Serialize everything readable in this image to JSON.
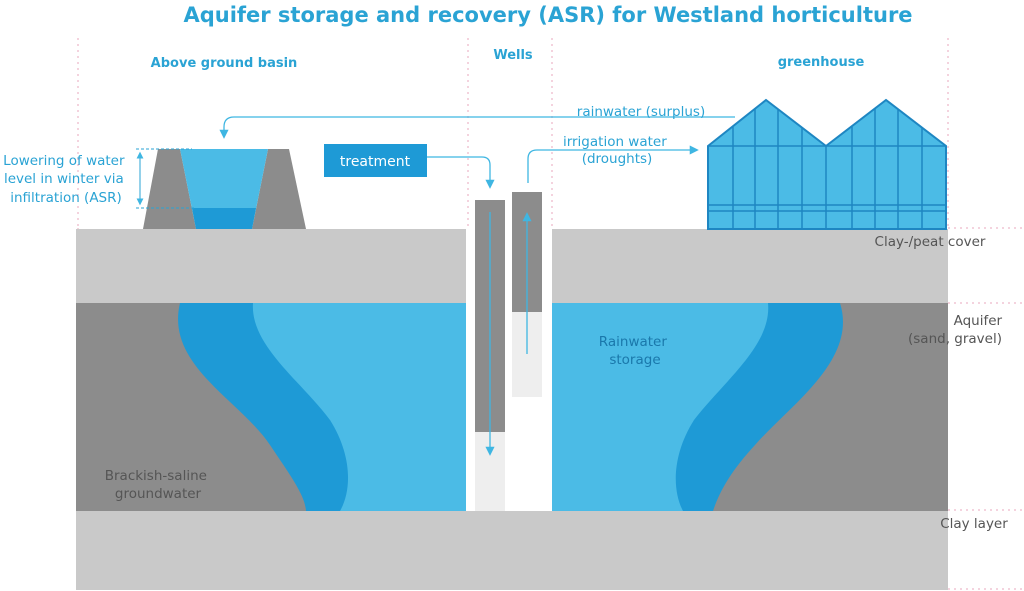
{
  "title": "Aquifer storage and recovery (ASR) for Westland horticulture",
  "sections": {
    "basin": "Above ground basin",
    "wells": "Wells",
    "greenhouse": "greenhouse"
  },
  "labels": {
    "lowering": [
      "Lowering of water",
      "level in winter via",
      "infiltration (ASR)"
    ],
    "treatment": "treatment",
    "rainwater_surplus": "rainwater (surplus)",
    "irrigation": [
      "irrigation water",
      "(droughts)"
    ],
    "clay_peat": "Clay-/peat cover",
    "aquifer": [
      "Aquifer",
      "(sand, gravel)"
    ],
    "rainwater_storage": [
      "Rainwater",
      "storage"
    ],
    "brackish": [
      "Brackish-saline",
      "groundwater"
    ],
    "clay_layer": "Clay layer"
  },
  "colors": {
    "title_blue": "#2aa3d4",
    "water_light": "#4bbbe6",
    "water_dark": "#1e9ad6",
    "rock_dark": "#8c8c8c",
    "ground_light": "#c9c9c9"
  }
}
